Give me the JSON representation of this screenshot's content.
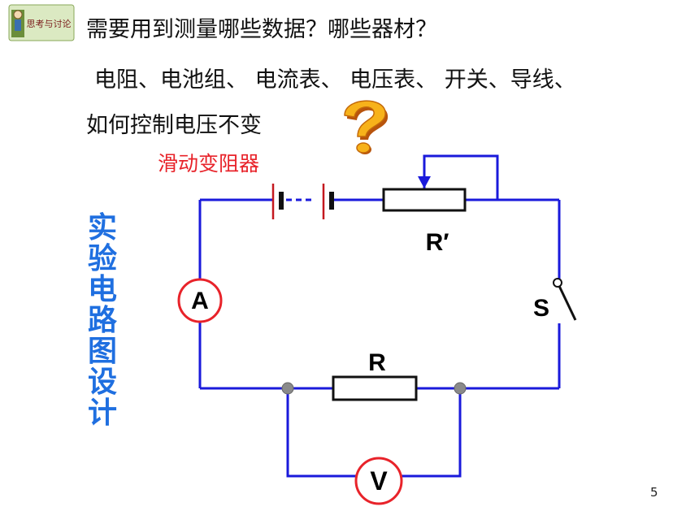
{
  "header": {
    "badge_text": "思考与讨论",
    "question": "需要用到测量哪些数据？哪些器材？"
  },
  "answer": {
    "line1": "电阻、电池组、 电流表、 电压表、 开关、导线、",
    "line2": "如何控制电压不变"
  },
  "circuit": {
    "rheostat_caption": "滑动变阻器",
    "rheostat_symbol": "R′",
    "resistor_symbol": "R",
    "switch_symbol": "S",
    "ammeter_symbol": "A",
    "voltmeter_symbol": "V",
    "side_title": "实验电路图设计"
  },
  "colors": {
    "wire": "#1a1adb",
    "label_red": "#e8232a",
    "title_blue": "#1f6fe0"
  },
  "footer": {
    "page_number": "5"
  }
}
